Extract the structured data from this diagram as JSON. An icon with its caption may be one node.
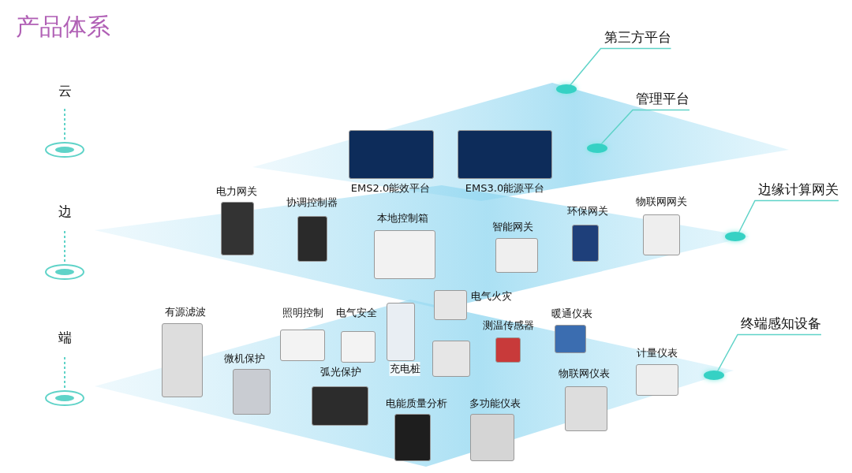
{
  "diagram": {
    "title": "产品体系",
    "nodes": [
      {
        "text": [
          "第三方平台"
        ]
      },
      {
        "text": [],
        "shape": "circle"
      },
      {
        "text": [
          "管理平台"
        ]
      },
      {
        "text": [],
        "shape": "circle"
      },
      {
        "text": [
          "边缘计算网关"
        ]
      },
      {
        "text": [],
        "shape": "circle"
      },
      {
        "text": [
          "终端感知设备"
        ]
      },
      {
        "text": [],
        "shape": "circle"
      }
    ],
    "edges": [
      {
        "from": 0,
        "to": 1,
        "arrow": "none"
      },
      {
        "from": 2,
        "to": 3,
        "arrow": "none"
      },
      {
        "from": 4,
        "to": 5,
        "arrow": "none"
      },
      {
        "from": 6,
        "to": 7,
        "arrow": "none"
      }
    ],
    "labels": [
      "云",
      "边",
      "端",
      "电力网关",
      "EMS2.0能效平台",
      "EMS3.0能源平台",
      "协调控制器",
      "本地控制箱",
      "智能网关",
      "环保网关",
      "物联网网关",
      "有源滤波",
      "照明控制",
      "电气安全",
      "电气火灾",
      "充电桩",
      "测温传感器",
      "暖通仪表",
      "微机保护",
      "弧光保护",
      "计量仪表",
      "物联网仪表",
      "电能质量分析",
      "多功能仪表"
    ]
  }
}
